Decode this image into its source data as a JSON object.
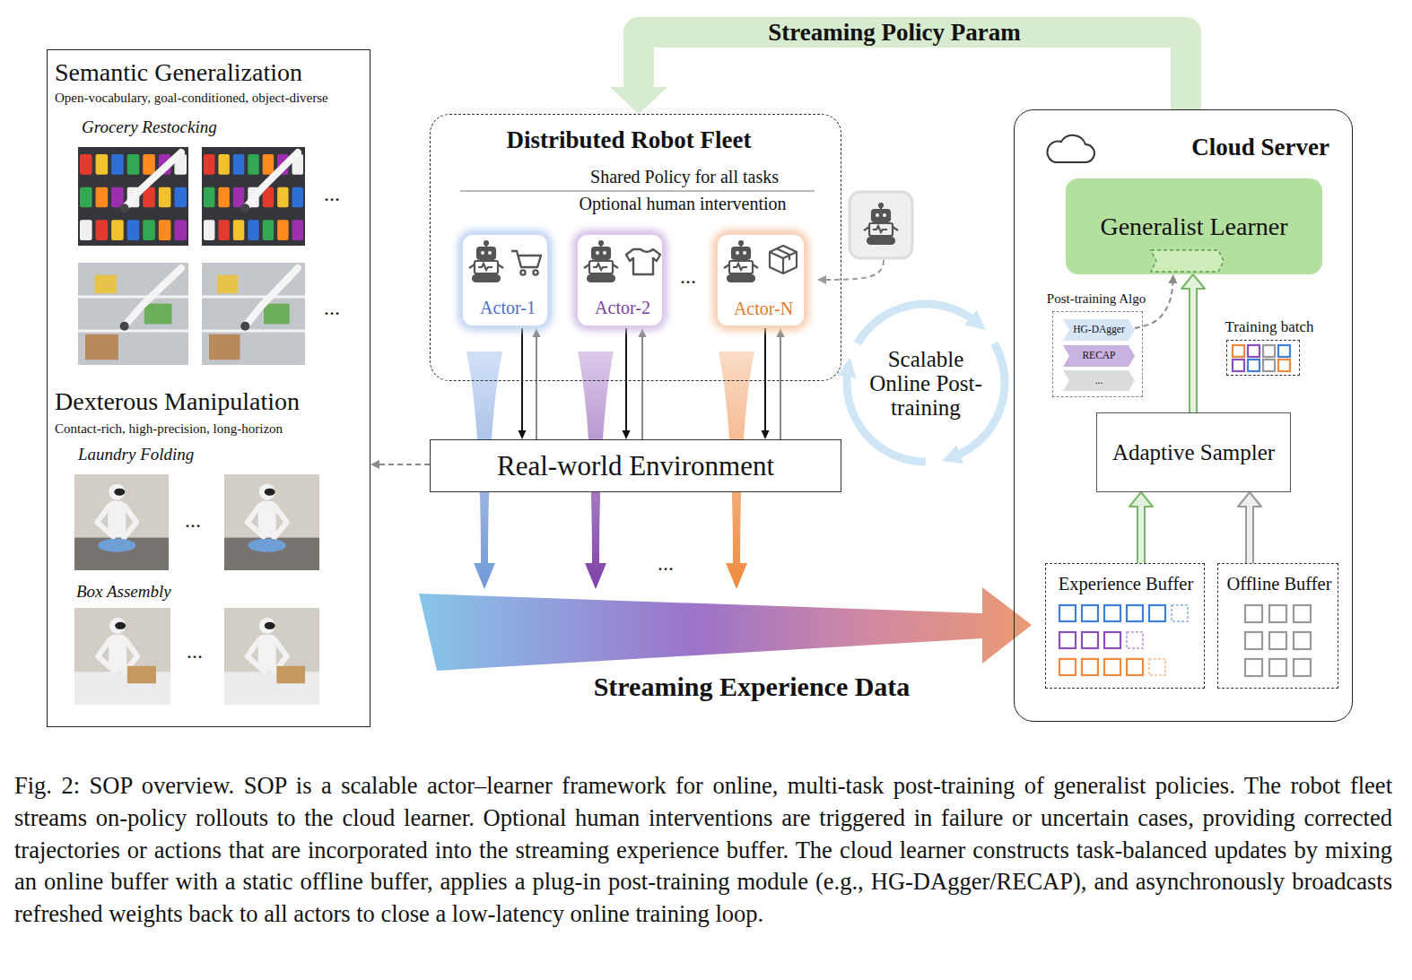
{
  "diagram": {
    "caption": "Fig. 2: SOP overview. SOP is a scalable actor–learner framework for online, multi-task post-training of generalist policies. The robot fleet streams on-policy rollouts to the cloud learner. Optional human interventions are triggered in failure or uncertain cases, providing corrected trajectories or actions that are incorporated into the streaming experience buffer. The cloud learner constructs task-balanced updates by mixing an online buffer with a static offline buffer, applies a plug-in post-training module (e.g., HG-DAgger/RECAP), and asynchronously broadcasts refreshed weights back to all actors to close a low-latency online training loop.",
    "nodes": [
      {
        "text": [
          "Semantic Generalization",
          "Open-vocabulary, goal-conditioned, object-diverse",
          "Grocery Restocking",
          "Dexterous Manipulation",
          "Contact-rich, high-precision, long-horizon",
          "Laundry Folding",
          "Box Assembly"
        ]
      },
      {
        "text": [
          "Distributed Robot Fleet",
          "Shared Policy for all tasks",
          "Optional human intervention"
        ]
      },
      {
        "text": [
          "Actor-1"
        ],
        "in": 1
      },
      {
        "text": [
          "Actor-2"
        ],
        "in": 1
      },
      {
        "text": [
          "Actor-N"
        ],
        "in": 1
      },
      {
        "text": [
          "Real-world Environment"
        ]
      },
      {
        "text": [
          "Cloud Server"
        ]
      },
      {
        "text": [
          "Generalist Learner"
        ],
        "in": 6
      },
      {
        "text": [
          "Post-training Algo"
        ],
        "in": 6
      },
      {
        "text": [
          "HG-DAgger"
        ],
        "in": 8
      },
      {
        "text": [
          "RECAP"
        ],
        "in": 8
      },
      {
        "text": [
          "..."
        ],
        "in": 8
      },
      {
        "text": [
          "Training batch"
        ],
        "in": 6
      },
      {
        "text": [
          "Adaptive Sampler"
        ],
        "in": 6
      },
      {
        "text": [
          "Experience Buffer"
        ],
        "in": 6
      },
      {
        "text": [
          "Offline Buffer"
        ],
        "in": 6
      }
    ],
    "edges": [
      {
        "from": 6,
        "to": 1,
        "arrow": "to",
        "label": "Streaming Policy Param"
      },
      {
        "from": 2,
        "to": 5,
        "arrow": "to"
      },
      {
        "from": 5,
        "to": 2,
        "arrow": "to"
      },
      {
        "from": 3,
        "to": 5,
        "arrow": "to"
      },
      {
        "from": 5,
        "to": 3,
        "arrow": "to"
      },
      {
        "from": 4,
        "to": 5,
        "arrow": "to"
      },
      {
        "from": 5,
        "to": 4,
        "arrow": "to"
      },
      {
        "from": 5,
        "to": 0,
        "arrow": "to"
      },
      {
        "from": 9,
        "to": 7,
        "arrow": "to"
      },
      {
        "from": 13,
        "to": 7,
        "arrow": "to"
      },
      {
        "from": 14,
        "to": 13,
        "arrow": "to"
      },
      {
        "from": 15,
        "to": 13,
        "arrow": "to"
      }
    ],
    "labels": [
      "...",
      "...",
      "...",
      "...",
      "...",
      "...",
      "Scalable Online Post-training",
      "Streaming Experience Data"
    ]
  }
}
